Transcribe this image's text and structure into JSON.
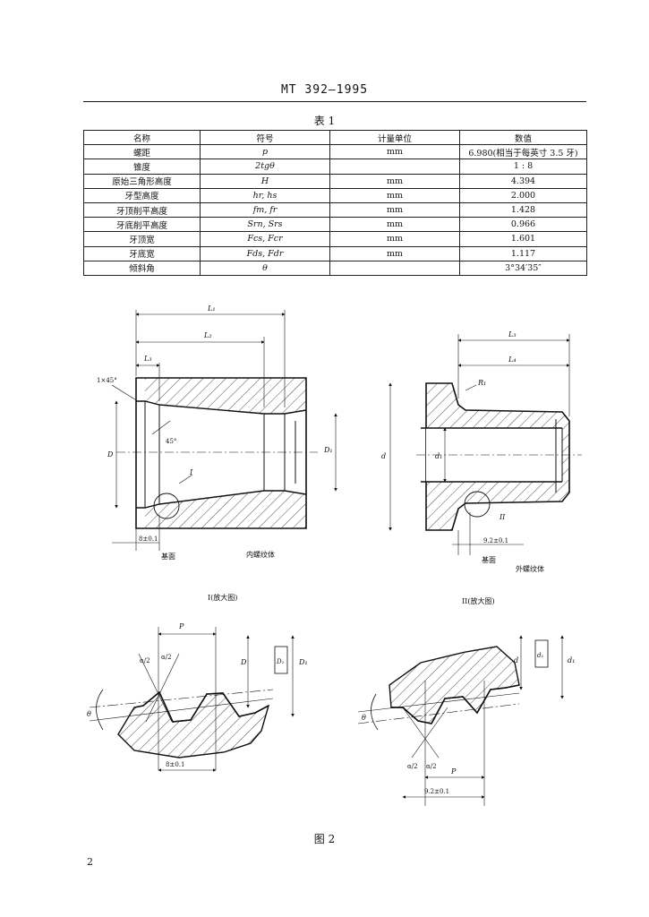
{
  "header": {
    "doc_code": "MT 392—1995"
  },
  "table": {
    "caption": "表 1",
    "columns": [
      "名称",
      "符号",
      "计量单位",
      "数值"
    ],
    "rows": [
      [
        "螺距",
        "p",
        "mm",
        "6.980(相当于每英寸 3.5 牙)"
      ],
      [
        "锥度",
        "2tgθ",
        "",
        "1 : 8"
      ],
      [
        "原始三角形高度",
        "H",
        "mm",
        "4.394"
      ],
      [
        "牙型高度",
        "hr, hs",
        "mm",
        "2.000"
      ],
      [
        "牙顶削平高度",
        "fm, fr",
        "mm",
        "1.428"
      ],
      [
        "牙底削平高度",
        "Srn, Srs",
        "mm",
        "0.966"
      ],
      [
        "牙顶宽",
        "Fcs, Fcr",
        "mm",
        "1.601"
      ],
      [
        "牙底宽",
        "Fds, Fdr",
        "mm",
        "1.117"
      ],
      [
        "倾斜角",
        "θ",
        "",
        "3°34′35″"
      ]
    ]
  },
  "left_drawing": {
    "dims": {
      "L1": "L₁",
      "L2": "L₂",
      "L3": "L₃",
      "chamfer": "1×45°",
      "angle": "45°",
      "D": "D",
      "D1": "D₁",
      "ref": "I",
      "base_dim": "8±0.1"
    },
    "base_label": "基面",
    "caption": "内螺纹体"
  },
  "right_drawing": {
    "dims": {
      "L3": "L₃",
      "L4": "L₄",
      "R1": "R₁",
      "d": "d",
      "d1": "d₁",
      "ref": "II",
      "base_dim": "9.2±0.1"
    },
    "base_label": "基面",
    "caption": "外螺纹体"
  },
  "detail_I": {
    "caption": "I(放大图)",
    "labels": {
      "pitch": "P",
      "half_angle_1": "α/2",
      "half_angle_2": "α/2",
      "theta": "θ",
      "D": "D",
      "D1": "D₁",
      "Dt": "D₁",
      "base_dim": "8±0.1"
    }
  },
  "detail_II": {
    "caption": "II(放大图)",
    "labels": {
      "pitch": "P",
      "half_angle_1": "α/2",
      "half_angle_2": "α/2",
      "theta": "θ",
      "d": "d",
      "d1": "d₁",
      "dt": "d₁",
      "base_dim": "9.2±0.1"
    }
  },
  "figure_caption": "图 2",
  "page_number": "2"
}
